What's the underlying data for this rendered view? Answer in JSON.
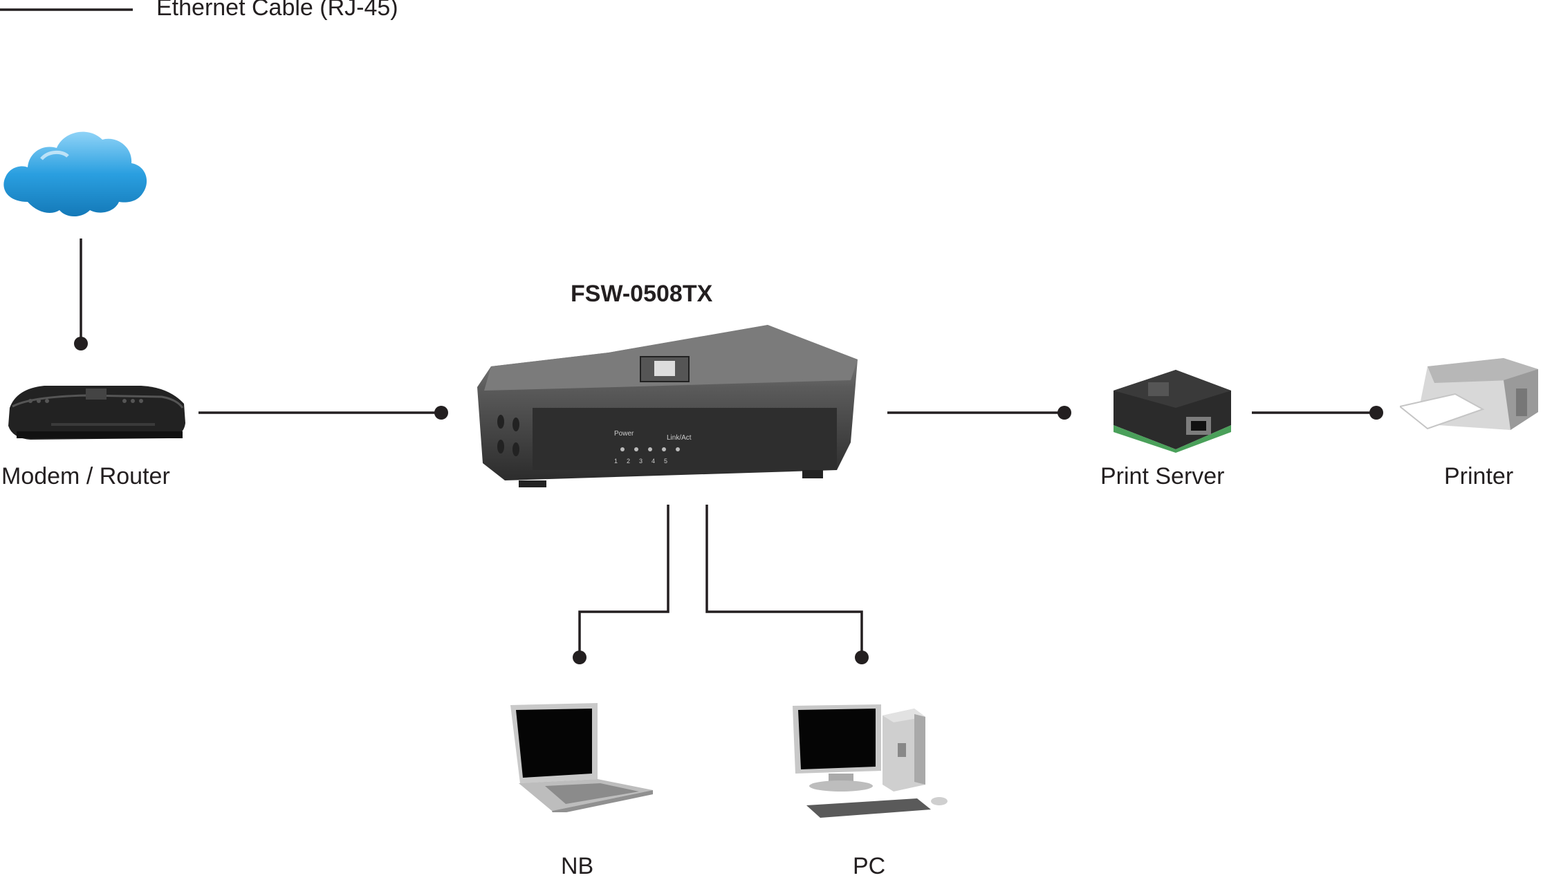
{
  "legend": {
    "cable_label": "Ethernet Cable (RJ-45)"
  },
  "switch": {
    "model": "FSW-0508TX",
    "front_power": "Power",
    "front_link": "Link/Act",
    "ports": [
      "1",
      "2",
      "3",
      "4",
      "5"
    ]
  },
  "devices": {
    "modem": "Modem / Router",
    "print_server": "Print Server",
    "printer": "Printer",
    "nb": "NB",
    "pc": "PC"
  },
  "icons": {
    "internet": "cloud-icon",
    "modem": "router-icon",
    "switch": "network-switch-icon",
    "print_server": "print-server-icon",
    "printer": "printer-icon",
    "nb": "laptop-icon",
    "pc": "desktop-pc-icon"
  },
  "colors": {
    "line": "#231f20",
    "cloud": "#2a9fe0"
  }
}
